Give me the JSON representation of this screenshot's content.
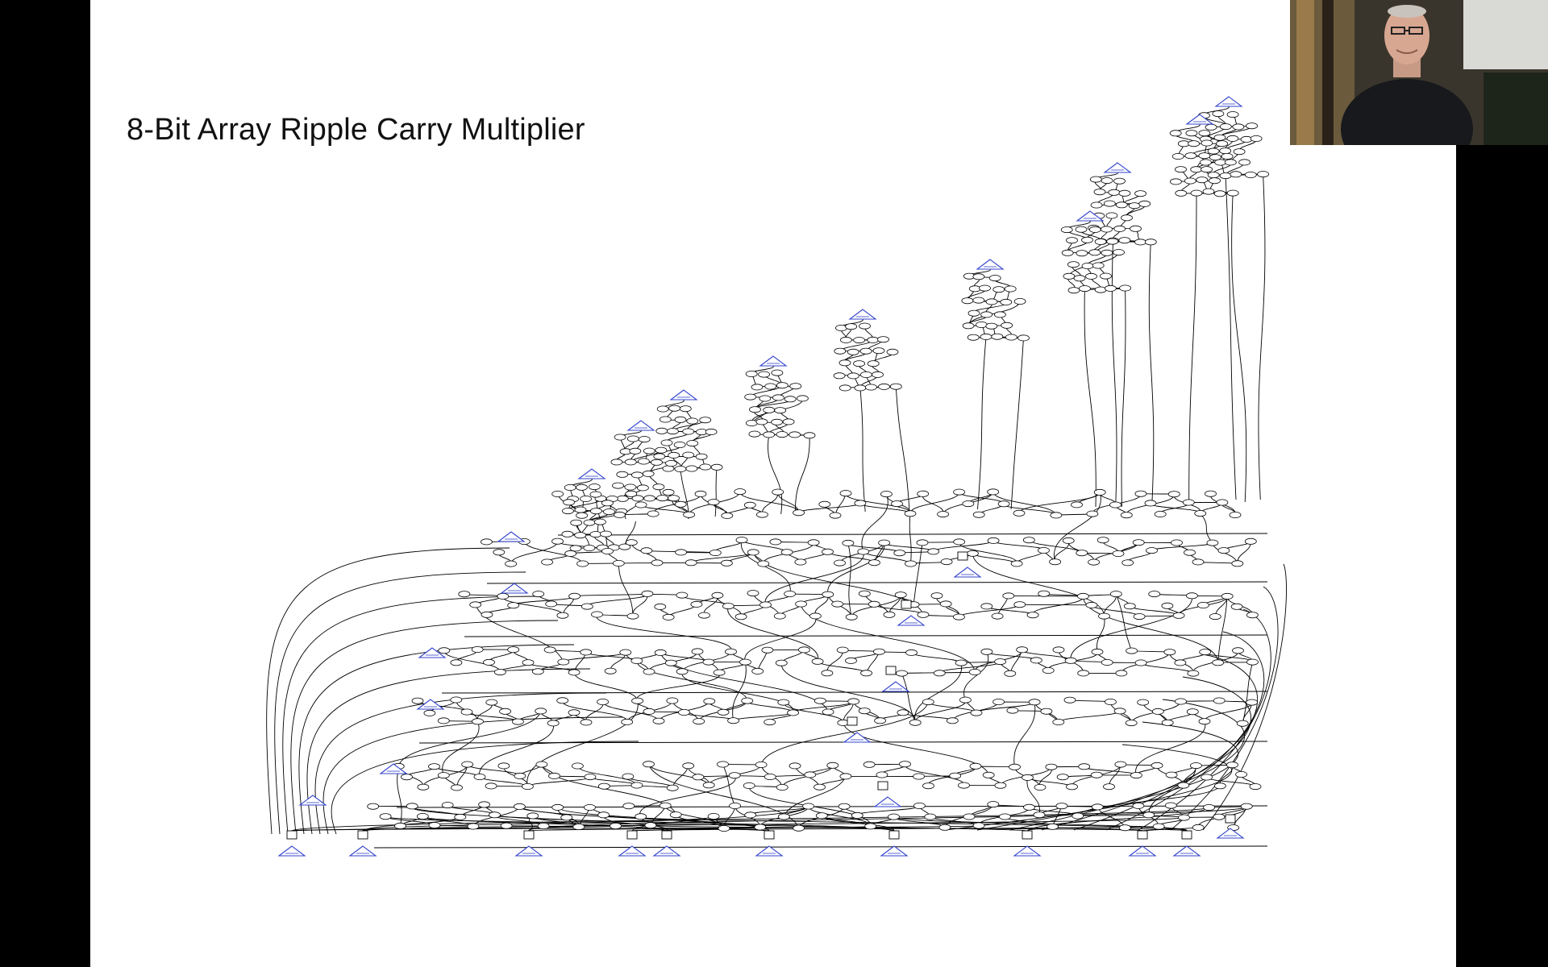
{
  "slide": {
    "title": "8-Bit Array Ripple Carry Multiplier"
  },
  "diagram": {
    "kind": "dataflow-graph",
    "node_stroke": "#000000",
    "io_color": "#3344cc",
    "edge_color": "#000000",
    "operation_node_shape": "ellipse",
    "input_node_shape": "triangle",
    "register_node_shape": "square",
    "stage_rows": 8,
    "output_bits": 10
  },
  "webcam": {
    "visible": true,
    "icon": "presenter-video"
  }
}
